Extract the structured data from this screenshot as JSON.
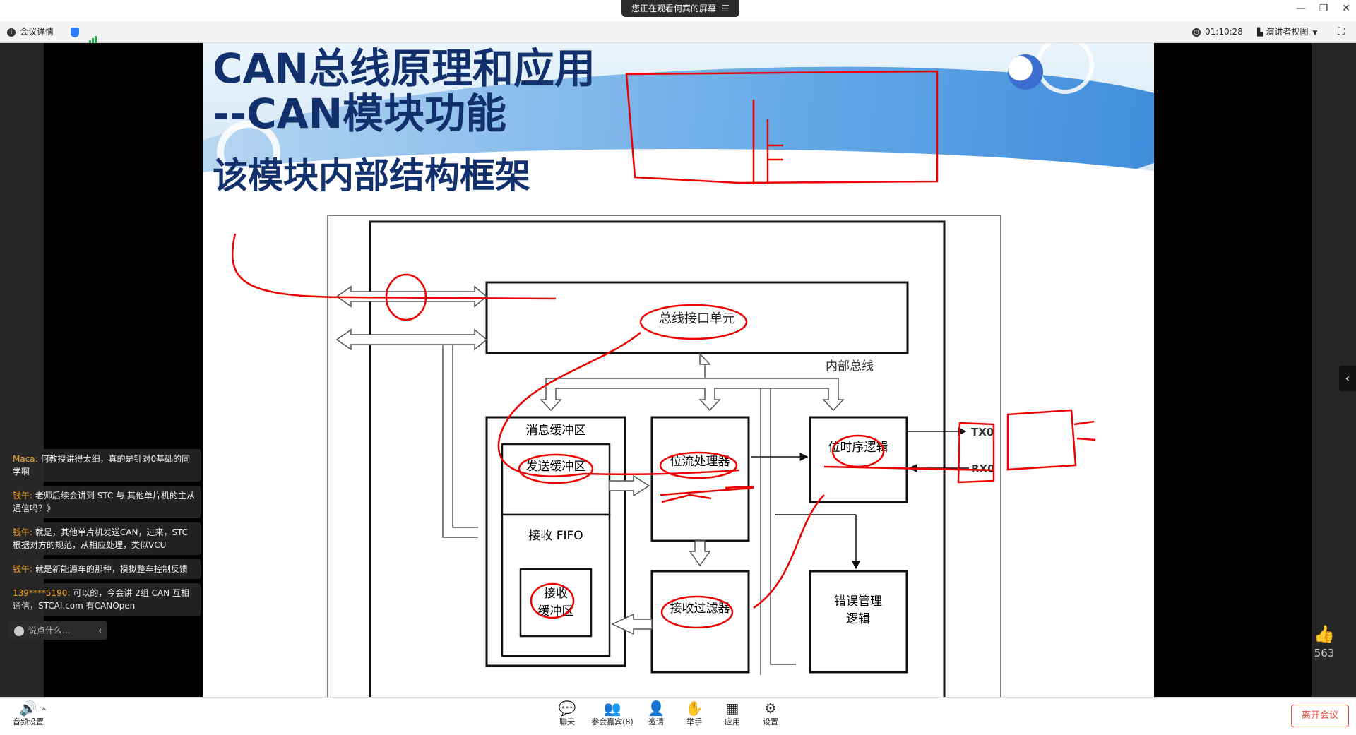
{
  "titlebar": {
    "share_notice": "您正在观看何宾的屏幕",
    "share_icon": "list-icon",
    "minimize": "—",
    "restore": "❐",
    "close": "✕"
  },
  "toolbar": {
    "meeting_details": "会议详情",
    "timer": "01:10:28",
    "view_mode": "演讲者视图"
  },
  "slide": {
    "title": "CAN总线原理和应用\n--CAN模块功能",
    "subtitle": "该模块内部结构框架",
    "labels": {
      "bus_interface": "总线接口单元",
      "internal_bus": "内部总线",
      "msg_buffer": "消息缓冲区",
      "tx_buffer": "发送缓冲区",
      "rx_fifo": "接收 FIFO",
      "rx_buffer_1": "接收",
      "rx_buffer_2": "缓冲区",
      "bitstream": "位流处理器",
      "bit_timing": "位时序逻辑",
      "rx_filter": "接收过滤器",
      "error_mgmt_1": "错误管理",
      "error_mgmt_2": "逻辑",
      "tx0": "TX0",
      "rx0": "RX0"
    }
  },
  "chat": {
    "messages": [
      {
        "name": "Maca:",
        "text": "何教授讲得太细，真的是针对0基础的同学啊"
      },
      {
        "name": "钱午:",
        "text": "老师后续会讲到 STC 与 其他单片机的主从通信吗？》"
      },
      {
        "name": "钱午:",
        "text": "就是，其他单片机发送CAN，过来，STC 根据对方的规范，从相应处理，类似VCU"
      },
      {
        "name": "钱午:",
        "text": "就是新能源车的那种，模拟整车控制反馈"
      },
      {
        "name": "139****5190:",
        "text": "可以的，今会讲 2组 CAN 互相通信，STCAI.com 有CANOpen"
      }
    ],
    "input_placeholder": "说点什么..."
  },
  "side": {
    "like_count": "563"
  },
  "bottombar": {
    "audio": "音频设置",
    "chat": "聊天",
    "participants": "参会嘉宾(8)",
    "invite": "邀请",
    "raise_hand": "举手",
    "apps": "应用",
    "settings": "设置",
    "leave": "离开会议"
  }
}
